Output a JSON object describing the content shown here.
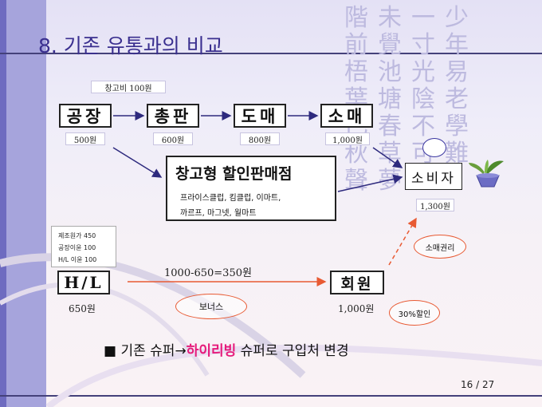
{
  "title": "8. 기존 유통과의 비교",
  "watermark": [
    [
      "階",
      "未",
      "一",
      "少"
    ],
    [
      "前",
      "覺",
      "寸",
      "年"
    ],
    [
      "梧",
      "池",
      "光",
      "易"
    ],
    [
      "葉",
      "塘",
      "陰",
      "老"
    ],
    [
      "已",
      "春",
      "不",
      "學"
    ],
    [
      "秋",
      "草",
      "可",
      "難"
    ],
    [
      "聲",
      "夢",
      "",
      ""
    ]
  ],
  "storage_fee": "창고비 100원",
  "chain": [
    {
      "label": "공장",
      "price": "500원"
    },
    {
      "label": "총판",
      "price": "600원"
    },
    {
      "label": "도매",
      "price": "800원"
    },
    {
      "label": "소매",
      "price": "1,000원"
    }
  ],
  "warehouse_store": {
    "title": "창고형 할인판매점",
    "line1": "프라이스클럽, 킴클럽, 이마트,",
    "line2": "까르프, 마그넷, 월마트"
  },
  "consumer": {
    "label": "소비자",
    "price": "1,300원"
  },
  "cost_breakdown": [
    "제조원가  450",
    "공장이윤  100",
    "H/L 이윤  100"
  ],
  "hl": {
    "label": "H/L",
    "price": "650원"
  },
  "member": {
    "label": "회원",
    "price": "1,000원"
  },
  "formula": "1000-650=350원",
  "bonus": "보너스",
  "retail_rights": "소매권리",
  "discount": "30%할인",
  "bottom": {
    "prefix": "■ 기존 슈퍼",
    "arrow": "→",
    "highlight": "하이리빙",
    "suffix": " 슈퍼로 구입처 변경"
  },
  "page": "16 / 27",
  "colors": {
    "title": "#3a2f8f",
    "accent_arrow": "#e85a33",
    "highlight": "#e61a7a",
    "band": "#a6a4dc"
  }
}
